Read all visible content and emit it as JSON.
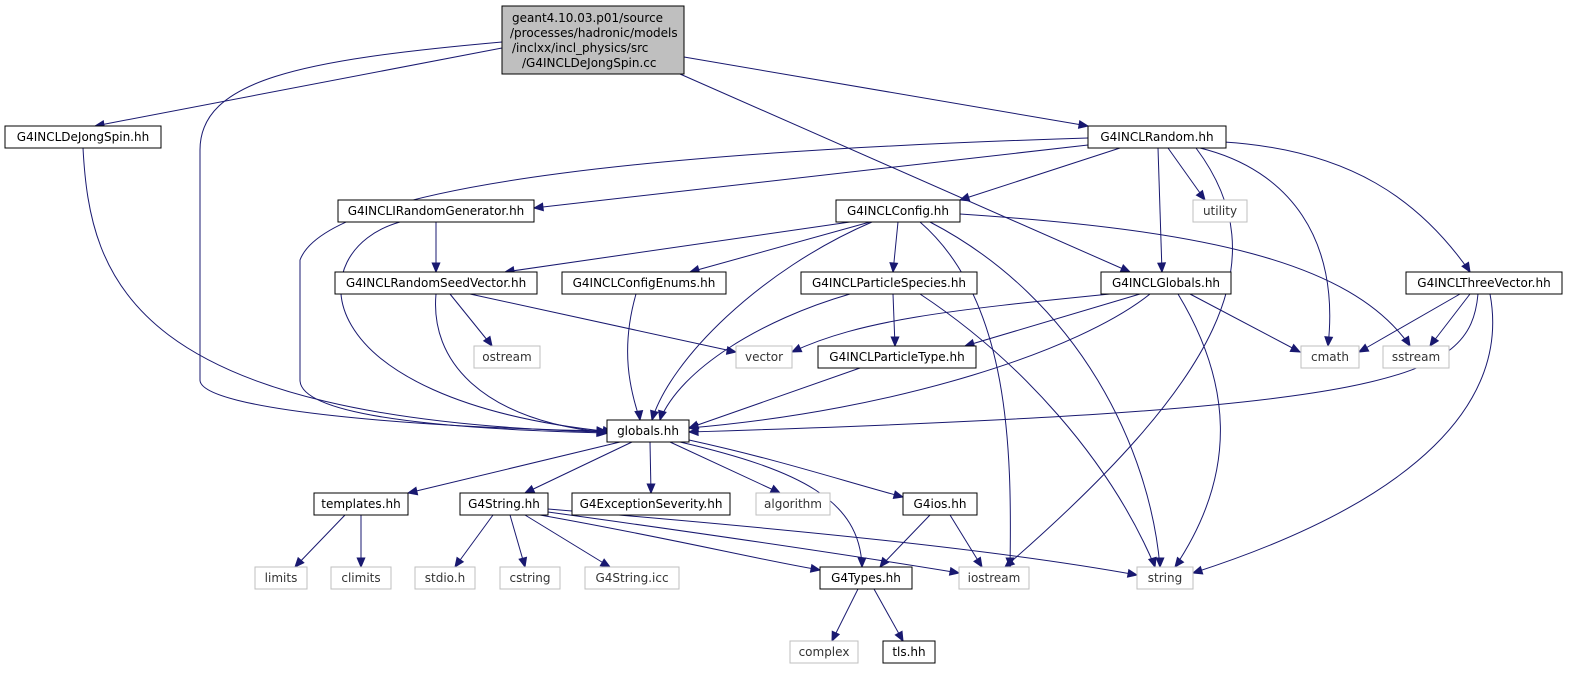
{
  "root": {
    "lines": [
      "geant4.10.03.p01/source",
      "/processes/hadronic/models",
      "/inclxx/incl_physics/src",
      "/G4INCLDeJongSpin.cc"
    ]
  },
  "nodes": {
    "dejongspin_hh": "G4INCLDeJongSpin.hh",
    "random_hh": "G4INCLRandom.hh",
    "irandomgen_hh": "G4INCLIRandomGenerator.hh",
    "config_hh": "G4INCLConfig.hh",
    "utility": "utility",
    "randomseed_hh": "G4INCLRandomSeedVector.hh",
    "configenums_hh": "G4INCLConfigEnums.hh",
    "particlespecies_hh": "G4INCLParticleSpecies.hh",
    "globals_incl_hh": "G4INCLGlobals.hh",
    "threevector_hh": "G4INCLThreeVector.hh",
    "ostream": "ostream",
    "vector": "vector",
    "particletype_hh": "G4INCLParticleType.hh",
    "cmath": "cmath",
    "sstream": "sstream",
    "globals_hh": "globals.hh",
    "templates_hh": "templates.hh",
    "g4string_hh": "G4String.hh",
    "exception_hh": "G4ExceptionSeverity.hh",
    "algorithm": "algorithm",
    "g4ios_hh": "G4ios.hh",
    "limits": "limits",
    "climits": "climits",
    "stdio_h": "stdio.h",
    "cstring": "cstring",
    "g4string_icc": "G4String.icc",
    "g4types_hh": "G4Types.hh",
    "iostream": "iostream",
    "string": "string",
    "complex": "complex",
    "tls_hh": "tls.hh"
  },
  "colors": {
    "edge": "#191970",
    "root_fill": "#bfbfbf",
    "external_border": "#bfbfbf"
  }
}
